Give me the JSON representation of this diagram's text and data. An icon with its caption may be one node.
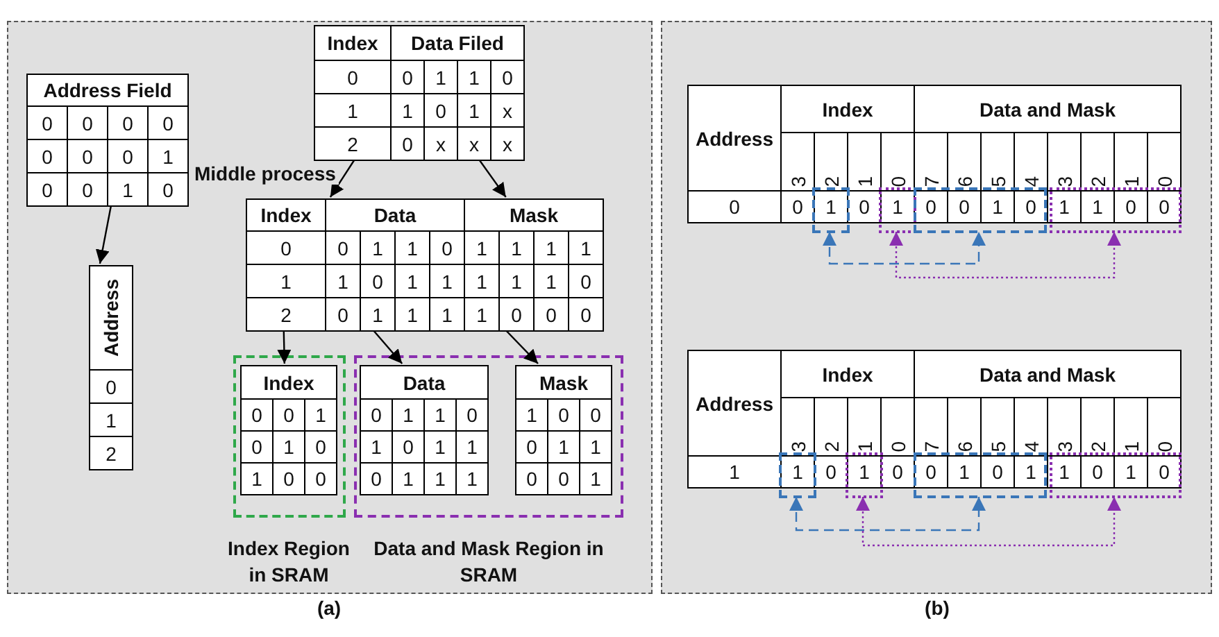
{
  "diagram": {
    "nodes": [
      {
        "text": [],
        "shape": "box",
        "beside": [
          "(a)"
        ]
      },
      {
        "text": [
          "Address Field",
          "0",
          "0",
          "0",
          "0",
          "0",
          "0",
          "0",
          "1",
          "0",
          "0",
          "1",
          "0"
        ],
        "in": 0
      },
      {
        "text": [
          "Address",
          "0",
          "1",
          "2"
        ],
        "in": 0
      },
      {
        "text": [
          "Index",
          "Data Filed",
          "0",
          "0",
          "1",
          "1",
          "0",
          "1",
          "1",
          "0",
          "1",
          "x",
          "2",
          "0",
          "x",
          "x",
          "x"
        ],
        "in": 0
      },
      {
        "text": [
          "Index",
          "Data",
          "Mask",
          "0",
          "0",
          "1",
          "1",
          "0",
          "1",
          "1",
          "1",
          "1",
          "1",
          "1",
          "0",
          "1",
          "1",
          "1",
          "1",
          "1",
          "0",
          "2",
          "0",
          "1",
          "1",
          "1",
          "1",
          "0",
          "0",
          "0"
        ],
        "in": 0
      },
      {
        "text": [
          "Index Region in SRAM"
        ],
        "in": 0
      },
      {
        "text": [
          "Index",
          "0",
          "0",
          "1",
          "0",
          "1",
          "0",
          "1",
          "0",
          "0"
        ],
        "in": 5
      },
      {
        "text": [
          "Data and Mask Region in SRAM"
        ],
        "in": 0
      },
      {
        "text": [
          "Data",
          "0",
          "1",
          "1",
          "0",
          "1",
          "0",
          "1",
          "1",
          "0",
          "1",
          "1",
          "1"
        ],
        "in": 7
      },
      {
        "text": [
          "Mask",
          "1",
          "0",
          "0",
          "0",
          "1",
          "1",
          "0",
          "0",
          "1"
        ],
        "in": 7
      },
      {
        "text": [],
        "shape": "box",
        "beside": [
          "(b)"
        ]
      },
      {
        "text": [
          "Address",
          "Index",
          "Data and Mask",
          "3",
          "2",
          "1",
          "0",
          "7",
          "6",
          "5",
          "4",
          "3",
          "2",
          "1",
          "0",
          "0",
          "0",
          "0"
        ],
        "in": 10
      },
      {
        "text": [
          "1"
        ],
        "in": 10
      },
      {
        "text": [
          "1"
        ],
        "in": 10
      },
      {
        "text": [
          "0",
          "0",
          "1",
          "0"
        ],
        "in": 10
      },
      {
        "text": [
          "1",
          "1",
          "0",
          "0"
        ],
        "in": 10
      },
      {
        "text": [
          "Address",
          "Index",
          "Data and Mask",
          "3",
          "2",
          "1",
          "0",
          "7",
          "6",
          "5",
          "4",
          "3",
          "2",
          "1",
          "0",
          "1",
          "0",
          "0"
        ],
        "in": 10
      },
      {
        "text": [
          "1"
        ],
        "in": 10
      },
      {
        "text": [
          "1"
        ],
        "in": 10
      },
      {
        "text": [
          "0",
          "1",
          "0",
          "1"
        ],
        "in": 10
      },
      {
        "text": [
          "1",
          "0",
          "1",
          "0"
        ],
        "in": 10
      }
    ],
    "edges": [
      {
        "from": 1,
        "to": 2,
        "arrow": "to"
      },
      {
        "from": 3,
        "to": 4,
        "arrow": "to",
        "label": "Middle process"
      },
      {
        "from": 3,
        "to": 4,
        "arrow": "to"
      },
      {
        "from": 4,
        "to": 6,
        "arrow": "to"
      },
      {
        "from": 4,
        "to": 8,
        "arrow": "to"
      },
      {
        "from": 4,
        "to": 9,
        "arrow": "to"
      },
      {
        "from": 12,
        "to": 14,
        "arrow": "both",
        "style": "dashed",
        "color": "#3a76b8"
      },
      {
        "from": 13,
        "to": 15,
        "arrow": "both",
        "style": "dashed",
        "color": "#8a2fb0"
      },
      {
        "from": 17,
        "to": 19,
        "arrow": "both",
        "style": "dashed",
        "color": "#3a76b8"
      },
      {
        "from": 18,
        "to": 20,
        "arrow": "both",
        "style": "dashed",
        "color": "#8a2fb0"
      }
    ]
  }
}
